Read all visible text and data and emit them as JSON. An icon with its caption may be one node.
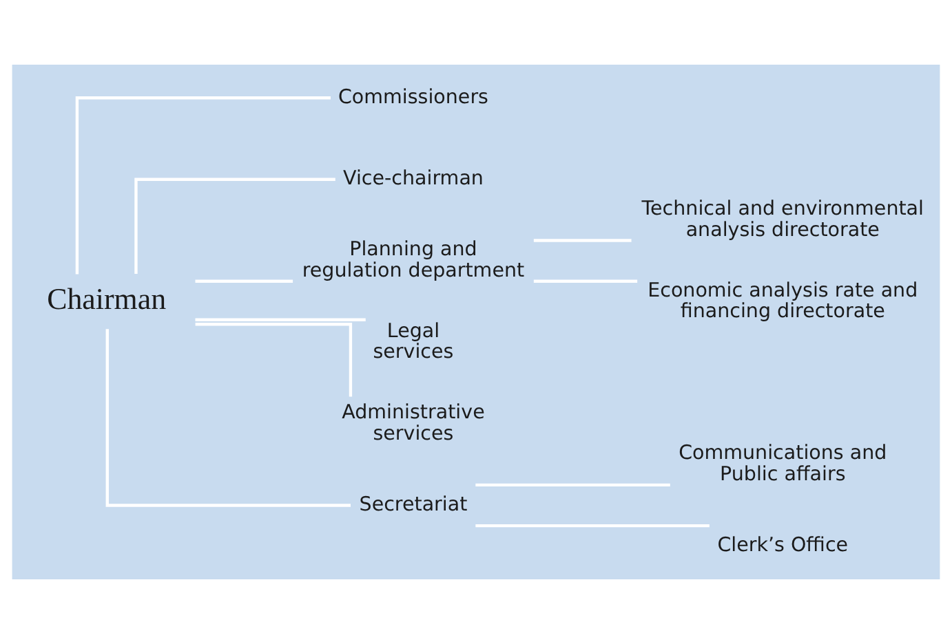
{
  "diagram": {
    "nodes": [
      {
        "text": [
          "Chairman"
        ]
      },
      {
        "text": [
          "Commissioners"
        ]
      },
      {
        "text": [
          "Vice-chairman"
        ]
      },
      {
        "text": [
          "Planning and regulation department"
        ]
      },
      {
        "text": [
          "Legal services"
        ]
      },
      {
        "text": [
          "Administrative services"
        ]
      },
      {
        "text": [
          "Secretariat"
        ]
      },
      {
        "text": [
          "Technical and environmental analysis directorate"
        ]
      },
      {
        "text": [
          "Economic analysis rate and financing directorate"
        ]
      },
      {
        "text": [
          "Communications and Public affairs"
        ]
      },
      {
        "text": [
          "Clerk’s Office"
        ]
      }
    ],
    "edges": [
      {
        "from": 0,
        "to": 1,
        "arrow": "none"
      },
      {
        "from": 0,
        "to": 2,
        "arrow": "none"
      },
      {
        "from": 0,
        "to": 3,
        "arrow": "none"
      },
      {
        "from": 0,
        "to": 4,
        "arrow": "none"
      },
      {
        "from": 0,
        "to": 5,
        "arrow": "none"
      },
      {
        "from": 0,
        "to": 6,
        "arrow": "none"
      },
      {
        "from": 3,
        "to": 7,
        "arrow": "none"
      },
      {
        "from": 3,
        "to": 8,
        "arrow": "none"
      },
      {
        "from": 6,
        "to": 9,
        "arrow": "none"
      },
      {
        "from": 6,
        "to": 10,
        "arrow": "none"
      }
    ]
  }
}
